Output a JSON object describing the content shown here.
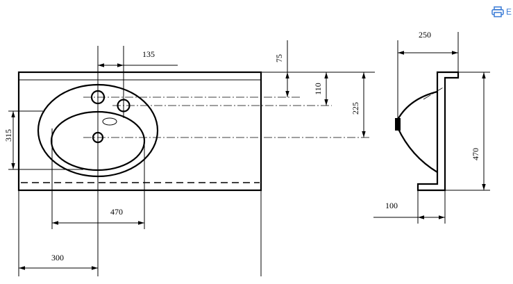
{
  "toolbar": {
    "print_label": "E"
  },
  "dimensions": {
    "d135": "135",
    "d75": "75",
    "d110": "110",
    "d225": "225",
    "d315": "315",
    "d470_width": "470",
    "d300": "300",
    "d250": "250",
    "d470_height": "470",
    "d100": "100"
  },
  "colors": {
    "accent": "#3a7bd5",
    "line": "#000000"
  }
}
